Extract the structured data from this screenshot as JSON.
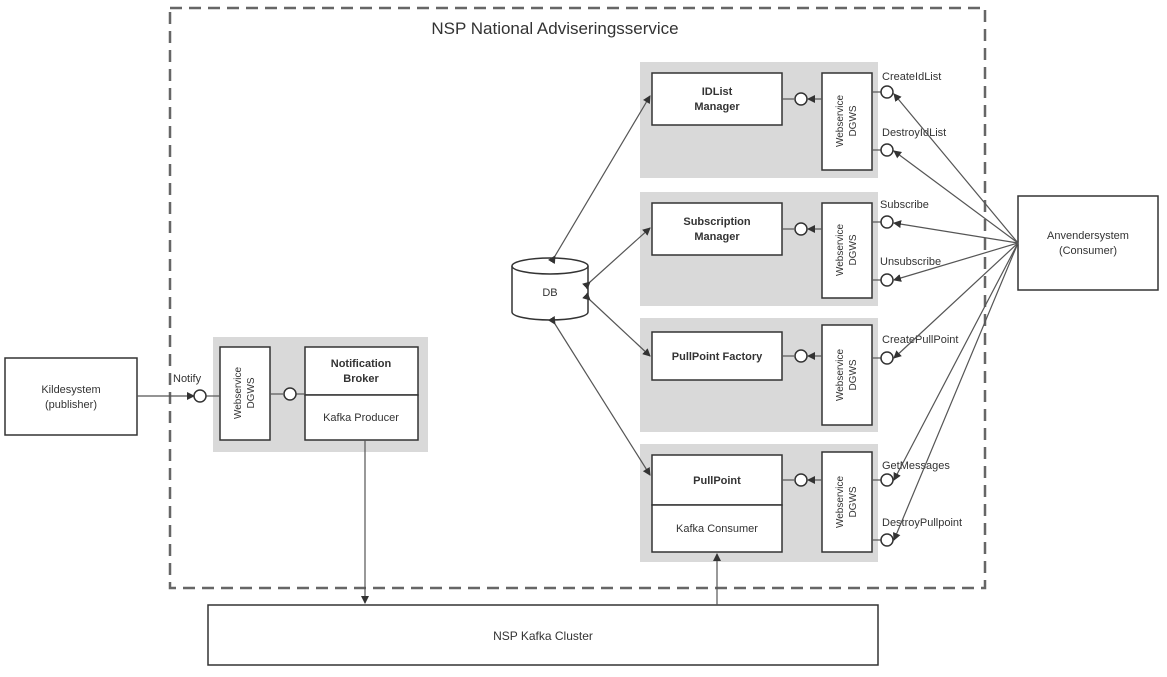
{
  "title": "NSP National Adviseringsservice",
  "external": {
    "publisher": [
      "Kildesystem",
      "(publisher)"
    ],
    "consumer": [
      "Anvendersystem",
      "(Consumer)"
    ],
    "kafka_cluster": "NSP Kafka Cluster"
  },
  "db": "DB",
  "webservice": [
    "Webservice",
    "DGWS"
  ],
  "broker": {
    "name": [
      "Notification",
      "Broker"
    ],
    "sub": "Kafka Producer",
    "operation": "Notify"
  },
  "components": [
    {
      "name": [
        "IDList",
        "Manager"
      ],
      "operations": [
        "CreateIdList",
        "DestroyIdList"
      ]
    },
    {
      "name": [
        "Subscription",
        "Manager"
      ],
      "operations": [
        "Subscribe",
        "Unsubscribe"
      ]
    },
    {
      "name": [
        "PullPoint Factory"
      ],
      "operations": [
        "CreatePullPoint"
      ]
    },
    {
      "name": [
        "PullPoint"
      ],
      "sub": "Kafka Consumer",
      "operations": [
        "GetMessages",
        "DestroyPullpoint"
      ]
    }
  ]
}
